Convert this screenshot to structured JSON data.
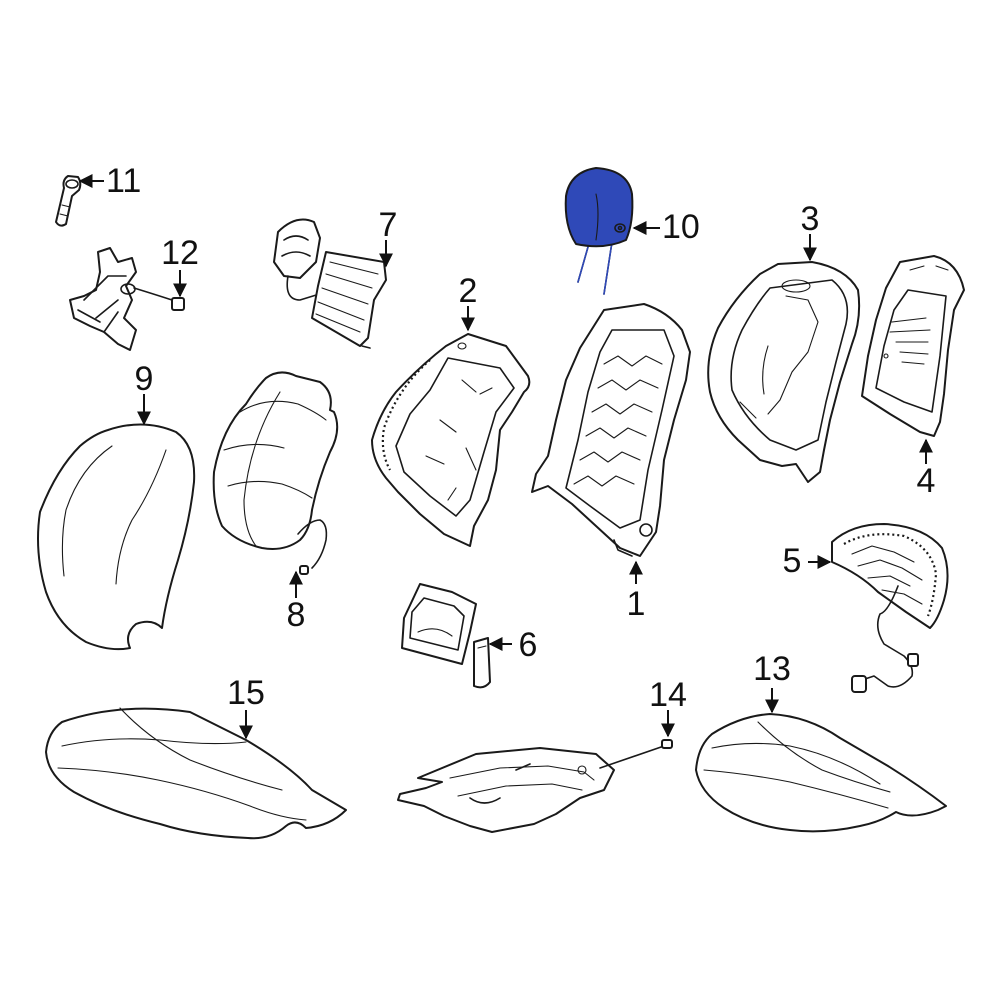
{
  "diagram": {
    "highlight_color": "#2f49b8",
    "line_color": "#1a1a1a",
    "callouts": [
      {
        "id": "1",
        "label": "1"
      },
      {
        "id": "2",
        "label": "2"
      },
      {
        "id": "3",
        "label": "3"
      },
      {
        "id": "4",
        "label": "4"
      },
      {
        "id": "5",
        "label": "5"
      },
      {
        "id": "6",
        "label": "6"
      },
      {
        "id": "7",
        "label": "7"
      },
      {
        "id": "8",
        "label": "8"
      },
      {
        "id": "9",
        "label": "9"
      },
      {
        "id": "10",
        "label": "10"
      },
      {
        "id": "11",
        "label": "11"
      },
      {
        "id": "12",
        "label": "12"
      },
      {
        "id": "13",
        "label": "13"
      },
      {
        "id": "14",
        "label": "14"
      },
      {
        "id": "15",
        "label": "15"
      }
    ],
    "highlighted_part": "10"
  }
}
